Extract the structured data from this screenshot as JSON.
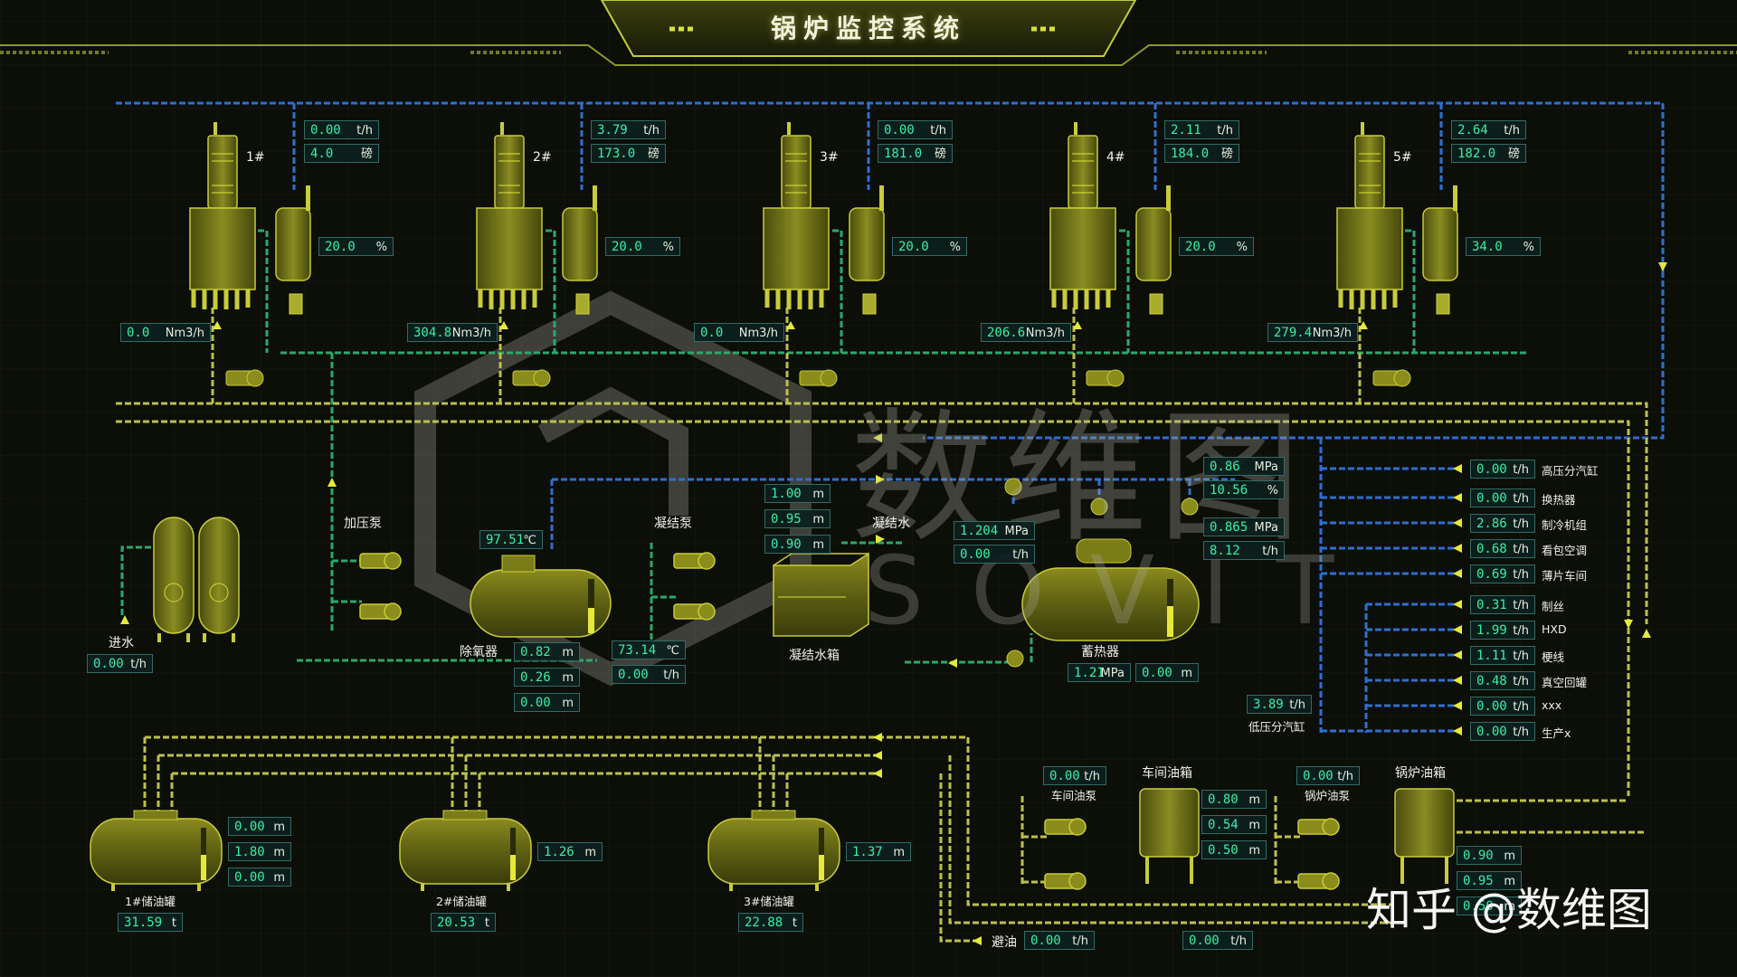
{
  "title": "锅炉监控系统",
  "colors": {
    "accent": "#c8d43a",
    "value": "#38f0a6",
    "steam": "#2e6fd0",
    "water": "#2ba86a",
    "oil": "#bcc04a"
  },
  "boilers": [
    {
      "name": "1#",
      "flow": "0.00",
      "flow_unit": "t/h",
      "p": "4.0",
      "p_unit": "磅",
      "level": "20.0",
      "level_unit": "%",
      "gas": "0.0",
      "gas_unit": "Nm3/h"
    },
    {
      "name": "2#",
      "flow": "3.79",
      "flow_unit": "t/h",
      "p": "173.0",
      "p_unit": "磅",
      "level": "20.0",
      "level_unit": "%",
      "gas": "304.8",
      "gas_unit": "Nm3/h"
    },
    {
      "name": "3#",
      "flow": "0.00",
      "flow_unit": "t/h",
      "p": "181.0",
      "p_unit": "磅",
      "level": "20.0",
      "level_unit": "%",
      "gas": "0.0",
      "gas_unit": "Nm3/h"
    },
    {
      "name": "4#",
      "flow": "2.11",
      "flow_unit": "t/h",
      "p": "184.0",
      "p_unit": "磅",
      "level": "20.0",
      "level_unit": "%",
      "gas": "206.6",
      "gas_unit": "Nm3/h"
    },
    {
      "name": "5#",
      "flow": "2.64",
      "flow_unit": "t/h",
      "p": "182.0",
      "p_unit": "磅",
      "level": "34.0",
      "level_unit": "%",
      "gas": "279.4",
      "gas_unit": "Nm3/h"
    }
  ],
  "inlet": {
    "label": "进水",
    "value": "0.00",
    "unit": "t/h"
  },
  "booster": {
    "label": "加压泵"
  },
  "deaerator": {
    "label": "除氧器",
    "temp": "97.51",
    "temp_unit": "℃",
    "l1": "0.82",
    "l2": "0.26",
    "l3": "0.00",
    "unit": "m"
  },
  "cond_pump": {
    "label": "凝结泵",
    "temp": "73.14",
    "temp_unit": "℃",
    "flow": "0.00",
    "flow_unit": "t/h"
  },
  "condensate": {
    "label": "凝结水",
    "tank_label": "凝结水箱",
    "v1": "1.00",
    "v2": "0.95",
    "v3": "0.90",
    "unit": "m"
  },
  "steam_header": {
    "p1": "1.204",
    "p1_unit": "MPa",
    "f1": "0.00",
    "f1_unit": "t/h",
    "p2": "0.86",
    "p2_unit": "MPa",
    "pct": "10.56",
    "pct_unit": "%",
    "p3": "0.865",
    "p3_unit": "MPa",
    "f3": "8.12",
    "f3_unit": "t/h"
  },
  "accumulator": {
    "label": "蓄热器",
    "p": "1.21",
    "p_unit": "MPa",
    "level": "0.00",
    "level_unit": "m"
  },
  "low_pressure": {
    "label": "低压分汽缸",
    "value": "3.89",
    "unit": "t/h"
  },
  "consumers": [
    {
      "value": "0.00",
      "unit": "t/h",
      "name": "高压分汽缸"
    },
    {
      "value": "0.00",
      "unit": "t/h",
      "name": "换热器"
    },
    {
      "value": "2.86",
      "unit": "t/h",
      "name": "制冷机组"
    },
    {
      "value": "0.68",
      "unit": "t/h",
      "name": "看包空调"
    },
    {
      "value": "0.69",
      "unit": "t/h",
      "name": "薄片车间"
    },
    {
      "value": "0.31",
      "unit": "t/h",
      "name": "制丝"
    },
    {
      "value": "1.99",
      "unit": "t/h",
      "name": "HXD"
    },
    {
      "value": "1.11",
      "unit": "t/h",
      "name": "梗线"
    },
    {
      "value": "0.48",
      "unit": "t/h",
      "name": "真空回罐"
    },
    {
      "value": "0.00",
      "unit": "t/h",
      "name": "xxx"
    },
    {
      "value": "0.00",
      "unit": "t/h",
      "name": "生产x"
    }
  ],
  "oil_tanks": [
    {
      "name": "1#储油罐",
      "levels": [
        "0.00",
        "1.80",
        "0.00"
      ],
      "unit": "m",
      "weight": "31.59",
      "weight_unit": "t"
    },
    {
      "name": "2#储油罐",
      "levels": [
        "1.26"
      ],
      "unit": "m",
      "weight": "20.53",
      "weight_unit": "t"
    },
    {
      "name": "3#储油罐",
      "levels": [
        "1.37"
      ],
      "unit": "m",
      "weight": "22.88",
      "weight_unit": "t"
    }
  ],
  "workshop_oil": {
    "title": "车间油箱",
    "pump_label": "车间油泵",
    "pump_flow": "0.00",
    "pump_unit": "t/h",
    "l1": "0.80",
    "l2": "0.54",
    "l3": "0.50",
    "unit": "m"
  },
  "boiler_oil": {
    "title": "锅炉油箱",
    "pump_label": "锅炉油泵",
    "pump_flow": "0.00",
    "pump_unit": "t/h",
    "l1": "0.90",
    "l2": "0.95",
    "l3": "0.50",
    "unit": "m"
  },
  "avoid_oil": {
    "label": "避油",
    "value": "0.00",
    "unit": "t/h",
    "value2": "0.00",
    "unit2": "t/h"
  },
  "watermarks": {
    "cn": "数维图",
    "en": "SOVIT",
    "zhihu": "知乎 @数维图"
  }
}
